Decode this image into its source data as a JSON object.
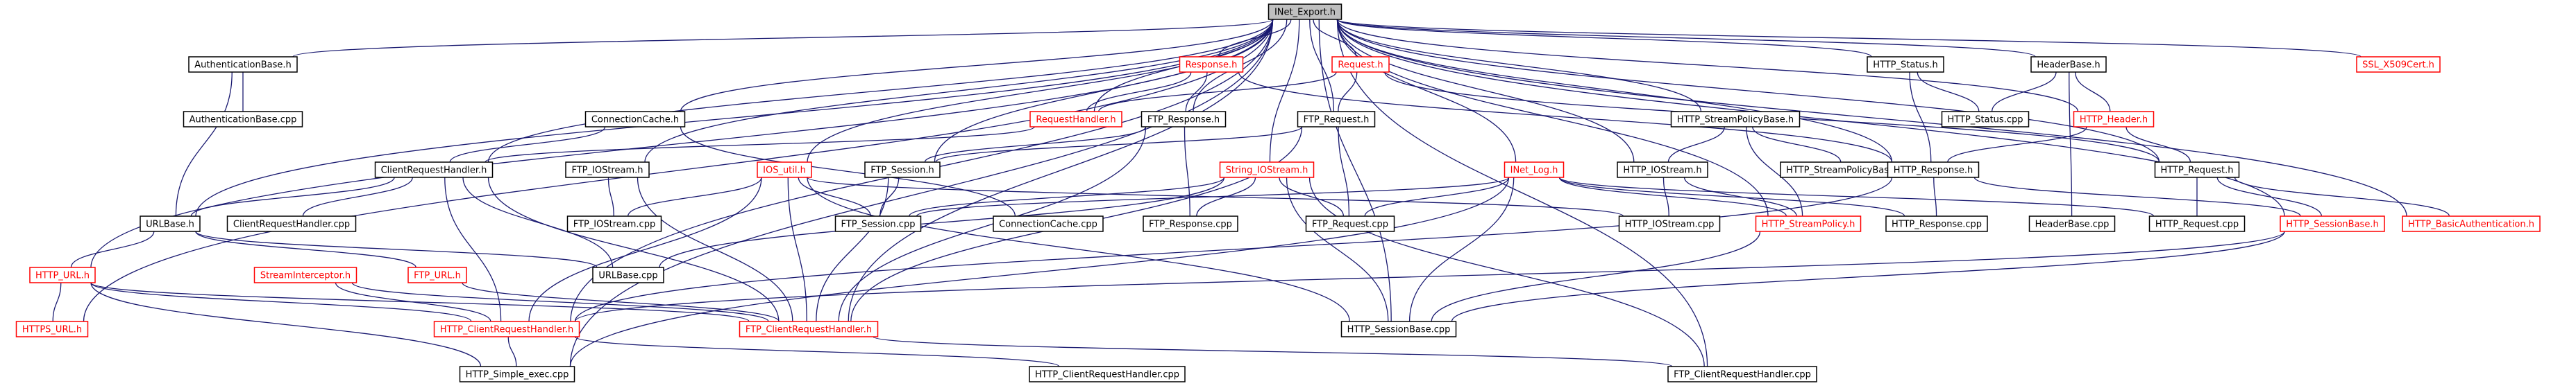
{
  "diagram": {
    "colors": {
      "edge": "#191970",
      "node_border_documented": "#000000",
      "node_border_undocumented": "#ff0000",
      "node_text_documented": "#000000",
      "node_text_undocumented": "#ff0000",
      "root_fill": "#bfbfbf"
    },
    "nodes": {
      "root": {
        "label": "INet_Export.h",
        "style": "root"
      },
      "authbase_h": {
        "label": "AuthenticationBase.h",
        "style": "doc"
      },
      "authbase_cpp": {
        "label": "AuthenticationBase.cpp",
        "style": "doc"
      },
      "response_h": {
        "label": "Response.h",
        "style": "undoc"
      },
      "request_h": {
        "label": "Request.h",
        "style": "undoc"
      },
      "http_status_h": {
        "label": "HTTP_Status.h",
        "style": "doc"
      },
      "headerbase_h": {
        "label": "HeaderBase.h",
        "style": "doc"
      },
      "ssl_x509_h": {
        "label": "SSL_X509Cert.h",
        "style": "undoc"
      },
      "connectioncache_h": {
        "label": "ConnectionCache.h",
        "style": "doc"
      },
      "requesthandler_h": {
        "label": "RequestHandler.h",
        "style": "undoc"
      },
      "ftp_response_h": {
        "label": "FTP_Response.h",
        "style": "doc"
      },
      "ftp_request_h": {
        "label": "FTP_Request.h",
        "style": "doc"
      },
      "http_streampolicybase_h": {
        "label": "HTTP_StreamPolicyBase.h",
        "style": "doc"
      },
      "http_status_cpp": {
        "label": "HTTP_Status.cpp",
        "style": "doc"
      },
      "http_header_h": {
        "label": "HTTP_Header.h",
        "style": "undoc"
      },
      "clientrequesthandler_h": {
        "label": "ClientRequestHandler.h",
        "style": "doc"
      },
      "ftp_iostream_h": {
        "label": "FTP_IOStream.h",
        "style": "doc"
      },
      "ios_util_h": {
        "label": "IOS_util.h",
        "style": "undoc"
      },
      "ftp_session_h": {
        "label": "FTP_Session.h",
        "style": "doc"
      },
      "string_iostream_h": {
        "label": "String_IOStream.h",
        "style": "undoc"
      },
      "inet_log_h": {
        "label": "INet_Log.h",
        "style": "undoc"
      },
      "http_iostream_h": {
        "label": "HTTP_IOStream.h",
        "style": "doc"
      },
      "http_streampolicybase_cpp": {
        "label": "HTTP_StreamPolicyBase.cpp",
        "style": "doc"
      },
      "http_response_h": {
        "label": "HTTP_Response.h",
        "style": "doc"
      },
      "http_request_h": {
        "label": "HTTP_Request.h",
        "style": "doc"
      },
      "urlbase_h": {
        "label": "URLBase.h",
        "style": "doc"
      },
      "clientrequesthandler_cpp": {
        "label": "ClientRequestHandler.cpp",
        "style": "doc"
      },
      "ftp_iostream_cpp": {
        "label": "FTP_IOStream.cpp",
        "style": "doc"
      },
      "ftp_session_cpp": {
        "label": "FTP_Session.cpp",
        "style": "doc"
      },
      "connectioncache_cpp": {
        "label": "ConnectionCache.cpp",
        "style": "doc"
      },
      "ftp_response_cpp": {
        "label": "FTP_Response.cpp",
        "style": "doc"
      },
      "ftp_request_cpp": {
        "label": "FTP_Request.cpp",
        "style": "doc"
      },
      "http_iostream_cpp": {
        "label": "HTTP_IOStream.cpp",
        "style": "doc"
      },
      "http_streampolicy_h": {
        "label": "HTTP_StreamPolicy.h",
        "style": "undoc"
      },
      "http_response_cpp": {
        "label": "HTTP_Response.cpp",
        "style": "doc"
      },
      "headerbase_cpp": {
        "label": "HeaderBase.cpp",
        "style": "doc"
      },
      "http_request_cpp": {
        "label": "HTTP_Request.cpp",
        "style": "doc"
      },
      "http_sessionbase_h": {
        "label": "HTTP_SessionBase.h",
        "style": "undoc"
      },
      "http_basicauth_h": {
        "label": "HTTP_BasicAuthentication.h",
        "style": "undoc"
      },
      "http_url_h": {
        "label": "HTTP_URL.h",
        "style": "undoc"
      },
      "streaminterceptor_h": {
        "label": "StreamInterceptor.h",
        "style": "undoc"
      },
      "ftp_url_h": {
        "label": "FTP_URL.h",
        "style": "undoc"
      },
      "urlbase_cpp": {
        "label": "URLBase.cpp",
        "style": "doc"
      },
      "https_url_h": {
        "label": "HTTPS_URL.h",
        "style": "undoc"
      },
      "http_clientrequesthandler_h": {
        "label": "HTTP_ClientRequestHandler.h",
        "style": "undoc"
      },
      "ftp_clientrequesthandler_h": {
        "label": "FTP_ClientRequestHandler.h",
        "style": "undoc"
      },
      "http_sessionbase_cpp": {
        "label": "HTTP_SessionBase.cpp",
        "style": "doc"
      },
      "http_simple_exec_cpp": {
        "label": "HTTP_Simple_exec.cpp",
        "style": "doc"
      },
      "http_clientrequesthandler_cpp": {
        "label": "HTTP_ClientRequestHandler.cpp",
        "style": "doc"
      },
      "ftp_clientrequesthandler_cpp": {
        "label": "FTP_ClientRequestHandler.cpp",
        "style": "doc"
      }
    },
    "edges": [
      [
        "root",
        "authbase_h"
      ],
      [
        "root",
        "response_h"
      ],
      [
        "root",
        "request_h"
      ],
      [
        "root",
        "http_status_h"
      ],
      [
        "root",
        "headerbase_h"
      ],
      [
        "root",
        "ssl_x509_h"
      ],
      [
        "root",
        "connectioncache_h"
      ],
      [
        "root",
        "requesthandler_h"
      ],
      [
        "root",
        "ftp_response_h"
      ],
      [
        "root",
        "ftp_request_h"
      ],
      [
        "root",
        "http_streampolicybase_h"
      ],
      [
        "root",
        "http_header_h"
      ],
      [
        "root",
        "clientrequesthandler_h"
      ],
      [
        "root",
        "ftp_iostream_h"
      ],
      [
        "root",
        "ios_util_h"
      ],
      [
        "root",
        "ftp_session_h"
      ],
      [
        "root",
        "string_iostream_h"
      ],
      [
        "root",
        "inet_log_h"
      ],
      [
        "root",
        "http_iostream_h"
      ],
      [
        "root",
        "http_response_h"
      ],
      [
        "root",
        "http_request_h"
      ],
      [
        "root",
        "urlbase_h"
      ],
      [
        "root",
        "http_sessionbase_h"
      ],
      [
        "root",
        "http_basicauth_h"
      ],
      [
        "root",
        "http_url_h"
      ],
      [
        "root",
        "https_url_h"
      ],
      [
        "root",
        "http_clientrequesthandler_h"
      ],
      [
        "root",
        "ftp_clientrequesthandler_h"
      ],
      [
        "root",
        "http_streampolicy_h"
      ],
      [
        "root",
        "ftp_clientrequesthandler_cpp"
      ],
      [
        "root",
        "http_sessionbase_cpp"
      ],
      [
        "root",
        "http_simple_exec_cpp"
      ],
      [
        "authbase_h",
        "authbase_cpp"
      ],
      [
        "authbase_h",
        "urlbase_h"
      ],
      [
        "response_h",
        "requesthandler_h"
      ],
      [
        "response_h",
        "ftp_response_h"
      ],
      [
        "response_h",
        "http_response_h"
      ],
      [
        "request_h",
        "requesthandler_h"
      ],
      [
        "request_h",
        "ftp_request_h"
      ],
      [
        "request_h",
        "http_request_h"
      ],
      [
        "http_status_h",
        "http_status_cpp"
      ],
      [
        "http_status_h",
        "http_response_h"
      ],
      [
        "headerbase_h",
        "http_header_h"
      ],
      [
        "headerbase_h",
        "headerbase_cpp"
      ],
      [
        "headerbase_h",
        "http_status_cpp"
      ],
      [
        "connectioncache_h",
        "clientrequesthandler_h"
      ],
      [
        "connectioncache_h",
        "connectioncache_cpp"
      ],
      [
        "requesthandler_h",
        "clientrequesthandler_h"
      ],
      [
        "ftp_response_h",
        "ftp_session_h"
      ],
      [
        "ftp_response_h",
        "ftp_response_cpp"
      ],
      [
        "ftp_response_h",
        "ftp_clientrequesthandler_h"
      ],
      [
        "ftp_request_h",
        "ftp_session_h"
      ],
      [
        "ftp_request_h",
        "ftp_request_cpp"
      ],
      [
        "ftp_request_h",
        "ftp_clientrequesthandler_h"
      ],
      [
        "http_streampolicybase_h",
        "http_iostream_h"
      ],
      [
        "http_streampolicybase_h",
        "http_streampolicybase_cpp"
      ],
      [
        "http_streampolicybase_h",
        "http_streampolicy_h"
      ],
      [
        "http_header_h",
        "http_response_h"
      ],
      [
        "http_header_h",
        "http_request_h"
      ],
      [
        "clientrequesthandler_h",
        "urlbase_h"
      ],
      [
        "clientrequesthandler_h",
        "clientrequesthandler_cpp"
      ],
      [
        "clientrequesthandler_h",
        "http_clientrequesthandler_h"
      ],
      [
        "clientrequesthandler_h",
        "ftp_clientrequesthandler_h"
      ],
      [
        "clientrequesthandler_h",
        "urlbase_cpp"
      ],
      [
        "ftp_iostream_h",
        "ftp_iostream_cpp"
      ],
      [
        "ftp_iostream_h",
        "ftp_clientrequesthandler_h"
      ],
      [
        "ios_util_h",
        "ftp_session_cpp"
      ],
      [
        "ios_util_h",
        "ftp_iostream_cpp"
      ],
      [
        "ios_util_h",
        "http_iostream_cpp"
      ],
      [
        "ios_util_h",
        "http_sessionbase_cpp"
      ],
      [
        "ios_util_h",
        "http_clientrequesthandler_h"
      ],
      [
        "ios_util_h",
        "ftp_clientrequesthandler_h"
      ],
      [
        "ftp_session_h",
        "ftp_session_cpp"
      ],
      [
        "ftp_session_h",
        "ftp_clientrequesthandler_h"
      ],
      [
        "string_iostream_h",
        "ftp_session_cpp"
      ],
      [
        "string_iostream_h",
        "ftp_response_cpp"
      ],
      [
        "string_iostream_h",
        "ftp_request_cpp"
      ],
      [
        "string_iostream_h",
        "http_sessionbase_cpp"
      ],
      [
        "string_iostream_h",
        "ftp_clientrequesthandler_cpp"
      ],
      [
        "string_iostream_h",
        "urlbase_cpp"
      ],
      [
        "inet_log_h",
        "ftp_session_cpp"
      ],
      [
        "inet_log_h",
        "ftp_request_cpp"
      ],
      [
        "inet_log_h",
        "http_sessionbase_cpp"
      ],
      [
        "inet_log_h",
        "http_streampolicy_h"
      ],
      [
        "inet_log_h",
        "http_request_cpp"
      ],
      [
        "inet_log_h",
        "http_response_cpp"
      ],
      [
        "inet_log_h",
        "http_simple_exec_cpp"
      ],
      [
        "http_iostream_h",
        "http_iostream_cpp"
      ],
      [
        "http_iostream_h",
        "http_streampolicy_h"
      ],
      [
        "http_response_h",
        "http_response_cpp"
      ],
      [
        "http_response_h",
        "http_sessionbase_h"
      ],
      [
        "http_response_h",
        "http_clientrequesthandler_h"
      ],
      [
        "http_request_h",
        "http_request_cpp"
      ],
      [
        "http_request_h",
        "http_sessionbase_h"
      ],
      [
        "http_request_h",
        "http_basicauth_h"
      ],
      [
        "urlbase_h",
        "http_url_h"
      ],
      [
        "urlbase_h",
        "urlbase_cpp"
      ],
      [
        "urlbase_h",
        "ftp_url_h"
      ],
      [
        "http_streampolicy_h",
        "http_sessionbase_cpp"
      ],
      [
        "http_sessionbase_h",
        "http_clientrequesthandler_h"
      ],
      [
        "http_sessionbase_h",
        "http_sessionbase_cpp"
      ],
      [
        "http_url_h",
        "https_url_h"
      ],
      [
        "http_url_h",
        "http_clientrequesthandler_h"
      ],
      [
        "http_url_h",
        "http_simple_exec_cpp"
      ],
      [
        "http_url_h",
        "ftp_clientrequesthandler_h"
      ],
      [
        "streaminterceptor_h",
        "http_clientrequesthandler_h"
      ],
      [
        "streaminterceptor_h",
        "ftp_clientrequesthandler_h"
      ],
      [
        "ftp_url_h",
        "ftp_clientrequesthandler_h"
      ],
      [
        "http_clientrequesthandler_h",
        "http_simple_exec_cpp"
      ],
      [
        "http_clientrequesthandler_h",
        "http_clientrequesthandler_cpp"
      ],
      [
        "ftp_clientrequesthandler_h",
        "ftp_clientrequesthandler_cpp"
      ]
    ]
  }
}
